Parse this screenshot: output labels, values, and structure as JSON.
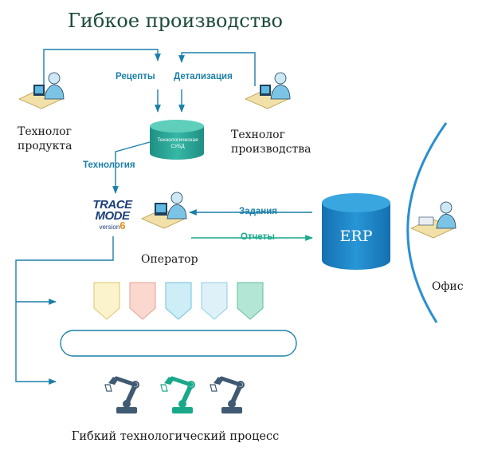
{
  "title": "Гибкое производство",
  "actors": {
    "product_technologist": "Технолог\nпродукта",
    "production_technologist": "Технолог\nпроизводства",
    "operator": "Оператор",
    "office": "Офис"
  },
  "flows": {
    "recipes": "Рецепты",
    "detailing": "Детализация",
    "technology": "Технология",
    "tasks": "Задания",
    "reports": "Отчеты"
  },
  "database": {
    "label": "Технологическая СУБД"
  },
  "erp": {
    "label": "ERP"
  },
  "trace_mode": {
    "line1": "TRACE",
    "line2": "MODE",
    "version": "version",
    "number": "6"
  },
  "process": {
    "label": "Гибкий технологический процесс"
  },
  "bins": [
    {
      "color": "#fbf3cc",
      "stroke": "#d9c56a"
    },
    {
      "color": "#fbd8cf",
      "stroke": "#e3a090"
    },
    {
      "color": "#cdeef6",
      "stroke": "#6fc0d8"
    },
    {
      "color": "#dff1f8",
      "stroke": "#8fcde3"
    },
    {
      "color": "#b4e6d5",
      "stroke": "#5fbf9e"
    }
  ],
  "robots": [
    {
      "color": "#3f5a72"
    },
    {
      "color": "#1aa88a"
    },
    {
      "color": "#3f5a72"
    }
  ],
  "colors": {
    "line": "#1b7fa8",
    "green": "#1aa88a",
    "erp_fill": "#1e88c7",
    "db_fill": "#2aa596",
    "office_arc": "#2a8fd0"
  }
}
